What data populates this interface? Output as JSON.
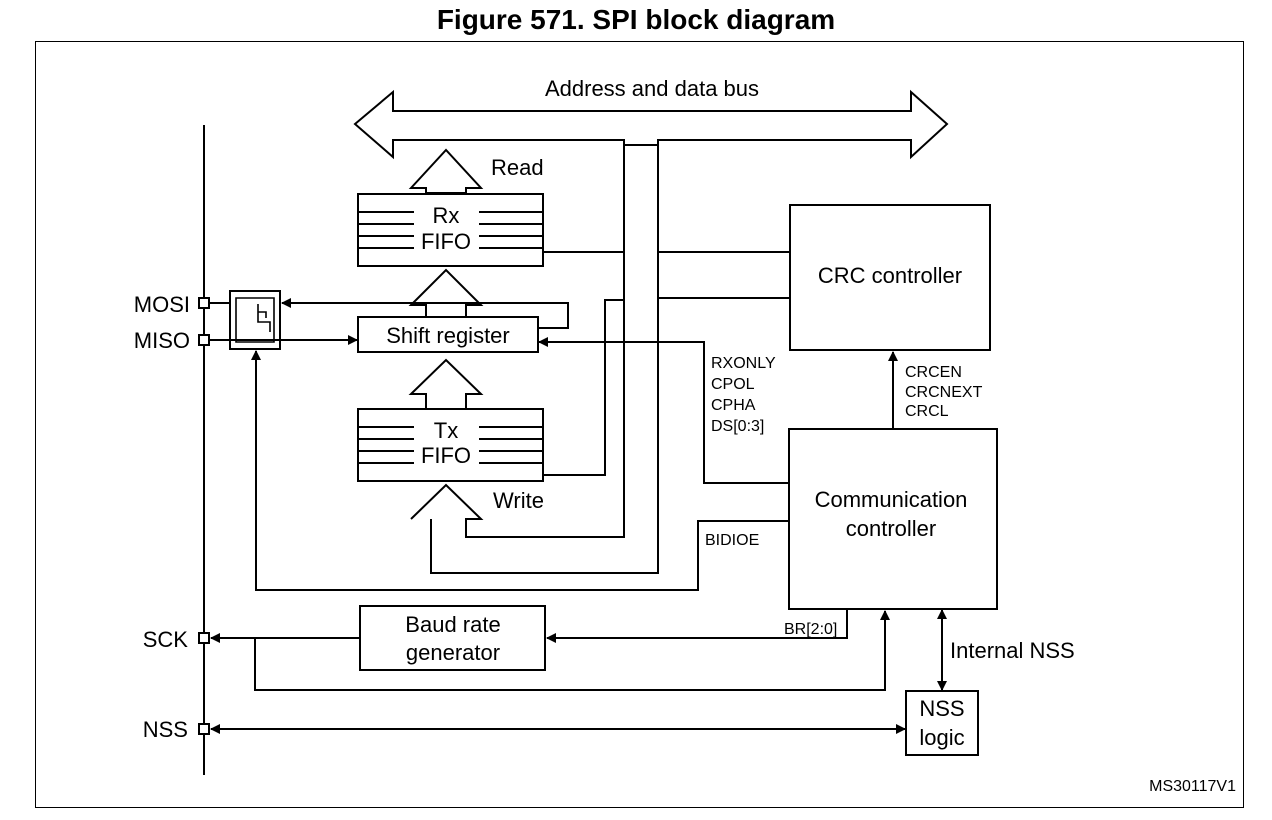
{
  "figure": {
    "title": "Figure 571. SPI block diagram",
    "reference": "MS30117V1"
  },
  "bus": {
    "label": "Address and data bus"
  },
  "rx_fifo": {
    "line1": "Rx",
    "line2": "FIFO",
    "arrow_label": "Read"
  },
  "tx_fifo": {
    "line1": "Tx",
    "line2": "FIFO",
    "arrow_label": "Write"
  },
  "shift_register": {
    "label": "Shift register"
  },
  "crc_controller": {
    "label": "CRC controller"
  },
  "communication_controller": {
    "line1": "Communication",
    "line2": "controller"
  },
  "baud_rate_generator": {
    "line1": "Baud rate",
    "line2": "generator"
  },
  "nss_logic": {
    "line1": "NSS",
    "line2": "logic"
  },
  "pins": {
    "mosi": "MOSI",
    "miso": "MISO",
    "sck": "SCK",
    "nss": "NSS"
  },
  "signals": {
    "config": [
      "RXONLY",
      "CPOL",
      "CPHA",
      "DS[0:3]"
    ],
    "crc": [
      "CRCEN",
      "CRCNEXT",
      "CRCL"
    ],
    "bidioe": "BIDIOE",
    "br": "BR[2:0]",
    "internal_nss": "Internal NSS"
  }
}
